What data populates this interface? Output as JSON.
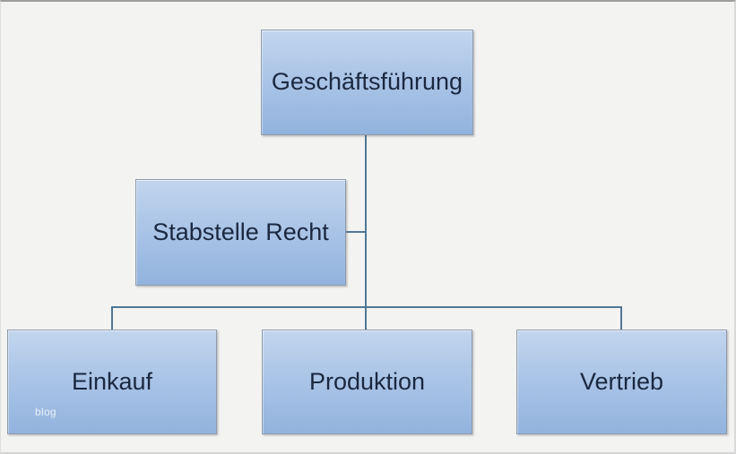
{
  "diagram": {
    "type": "org-chart",
    "nodes": [
      {
        "id": "geschaeftsfuehrung",
        "label": "Geschäftsführung",
        "level": 1
      },
      {
        "id": "stabstelle-recht",
        "label": "Stabstelle Recht",
        "level": 2,
        "role": "staff-unit"
      },
      {
        "id": "einkauf",
        "label": "Einkauf",
        "level": 3
      },
      {
        "id": "produktion",
        "label": "Produktion",
        "level": 3
      },
      {
        "id": "vertrieb",
        "label": "Vertrieb",
        "level": 3
      }
    ],
    "edges": [
      {
        "from": "geschaeftsfuehrung",
        "to": "stabstelle-recht"
      },
      {
        "from": "geschaeftsfuehrung",
        "to": "einkauf"
      },
      {
        "from": "geschaeftsfuehrung",
        "to": "produktion"
      },
      {
        "from": "geschaeftsfuehrung",
        "to": "vertrieb"
      }
    ],
    "watermark": "blog",
    "colors": {
      "background": "#f3f3f2",
      "node_fill_top": "#c2d5ee",
      "node_fill_bottom": "#92b3de",
      "node_border": "#8e9bab",
      "connector": "#517693",
      "text": "#1b2840"
    }
  }
}
